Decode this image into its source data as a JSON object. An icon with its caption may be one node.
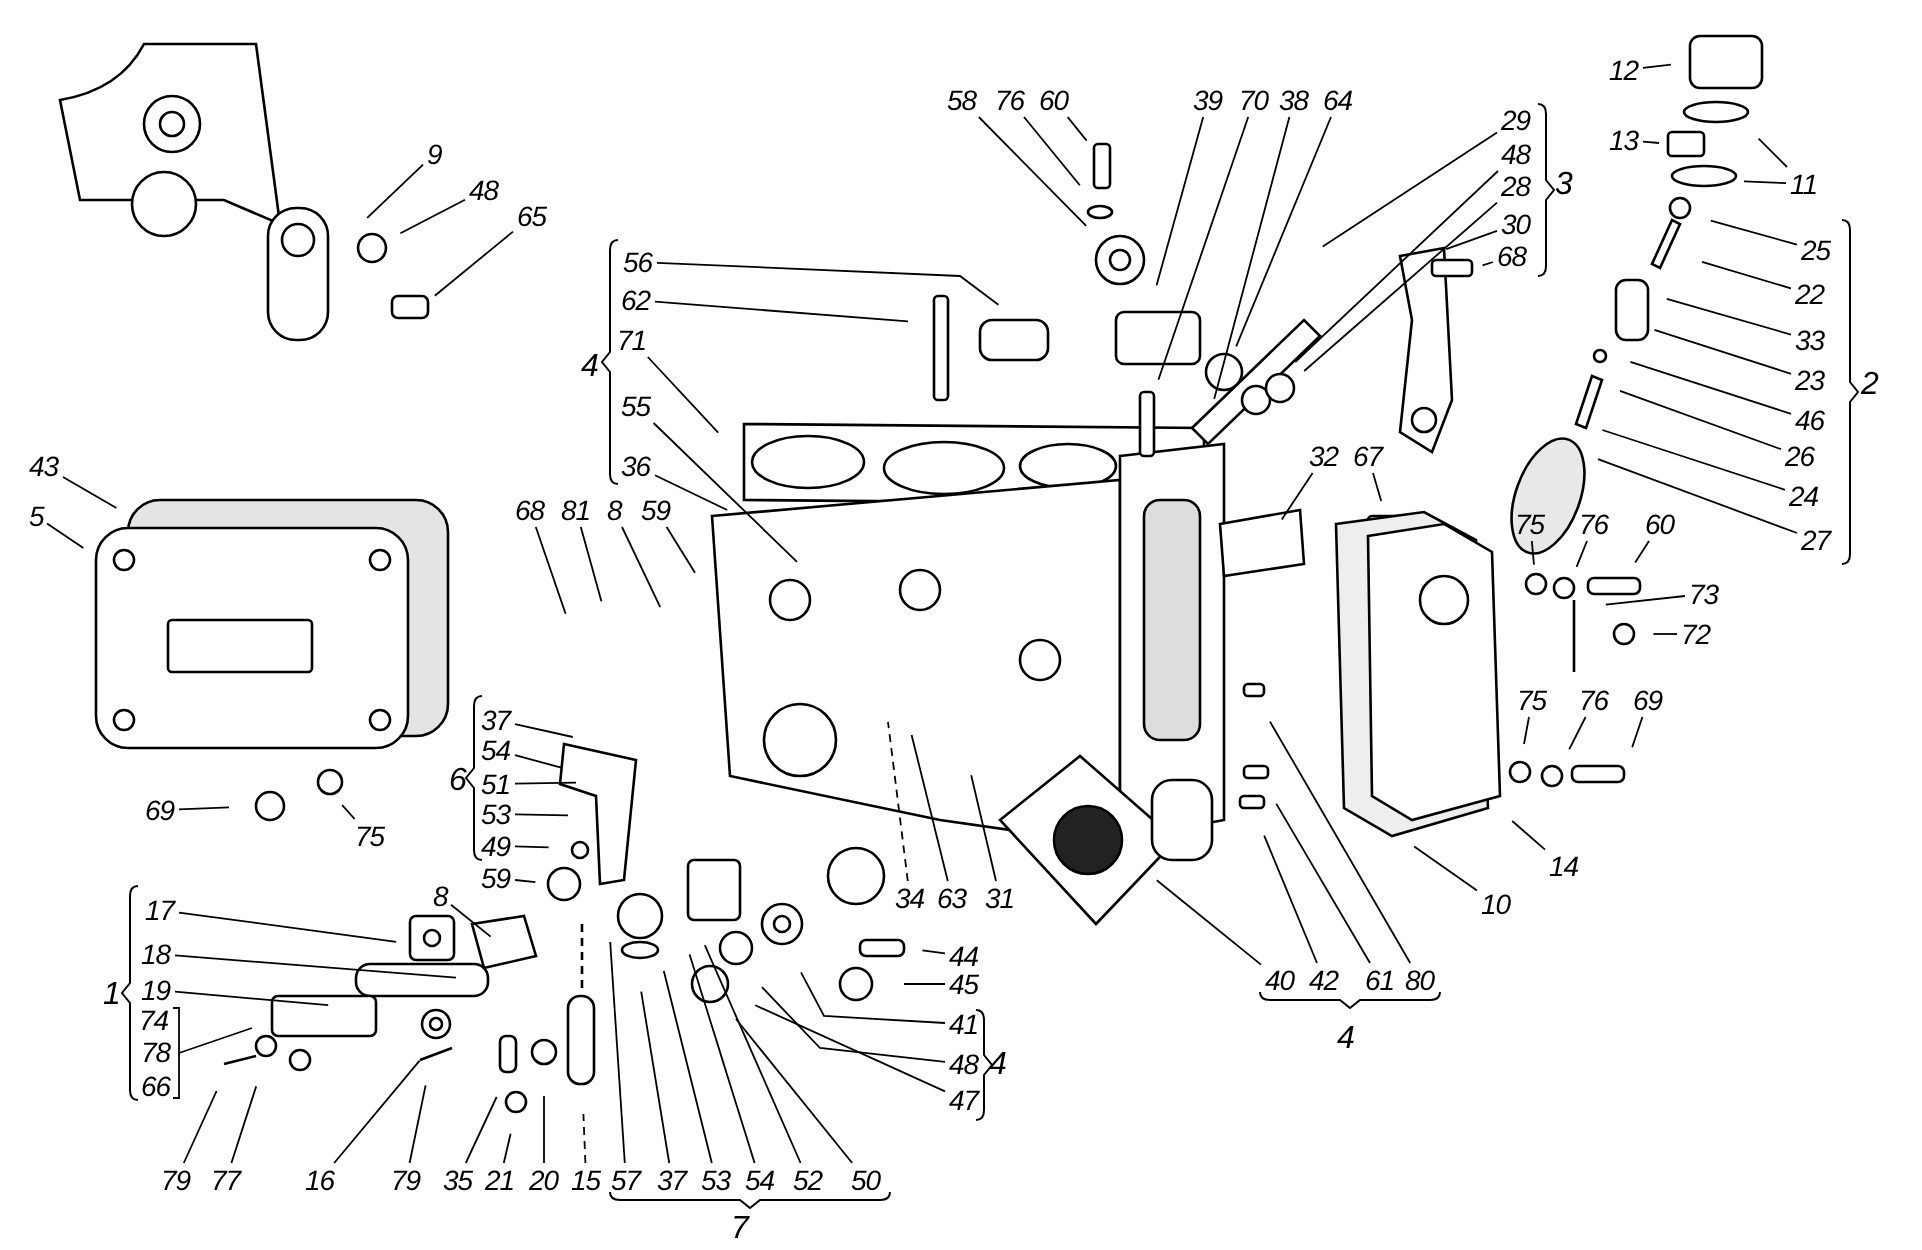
{
  "diagram": {
    "nodes": [
      {
        "text": [
          "9"
        ]
      },
      {
        "text": [
          "48"
        ]
      },
      {
        "text": [
          "65"
        ]
      },
      {
        "text": [
          "58"
        ]
      },
      {
        "text": [
          "76"
        ]
      },
      {
        "text": [
          "60"
        ]
      },
      {
        "text": [
          "39"
        ]
      },
      {
        "text": [
          "70"
        ]
      },
      {
        "text": [
          "38"
        ]
      },
      {
        "text": [
          "64"
        ]
      },
      {
        "text": [
          "12"
        ]
      },
      {
        "text": [
          "29"
        ]
      },
      {
        "text": [
          "13"
        ]
      },
      {
        "text": [
          "48"
        ]
      },
      {
        "text": [
          "11"
        ]
      },
      {
        "text": [
          "28"
        ]
      },
      {
        "text": [
          "30"
        ]
      },
      {
        "text": [
          "68"
        ]
      },
      {
        "text": [
          "25"
        ]
      },
      {
        "text": [
          "56"
        ]
      },
      {
        "text": [
          "22"
        ]
      },
      {
        "text": [
          "62"
        ]
      },
      {
        "text": [
          "71"
        ]
      },
      {
        "text": [
          "33"
        ]
      },
      {
        "text": [
          "23"
        ]
      },
      {
        "text": [
          "46"
        ]
      },
      {
        "text": [
          "55"
        ]
      },
      {
        "text": [
          "26"
        ]
      },
      {
        "text": [
          "36"
        ]
      },
      {
        "text": [
          "43"
        ]
      },
      {
        "text": [
          "24"
        ]
      },
      {
        "text": [
          "68"
        ]
      },
      {
        "text": [
          "81"
        ]
      },
      {
        "text": [
          "8"
        ]
      },
      {
        "text": [
          "59"
        ]
      },
      {
        "text": [
          "75"
        ]
      },
      {
        "text": [
          "76"
        ]
      },
      {
        "text": [
          "60"
        ]
      },
      {
        "text": [
          "5"
        ]
      },
      {
        "text": [
          "27"
        ]
      },
      {
        "text": [
          "32"
        ]
      },
      {
        "text": [
          "67"
        ]
      },
      {
        "text": [
          "73"
        ]
      },
      {
        "text": [
          "72"
        ]
      },
      {
        "text": [
          "75"
        ]
      },
      {
        "text": [
          "76"
        ]
      },
      {
        "text": [
          "69"
        ]
      },
      {
        "text": [
          "37"
        ]
      },
      {
        "text": [
          "54"
        ]
      },
      {
        "text": [
          "51"
        ]
      },
      {
        "text": [
          "53"
        ]
      },
      {
        "text": [
          "69"
        ]
      },
      {
        "text": [
          "75"
        ]
      },
      {
        "text": [
          "49"
        ]
      },
      {
        "text": [
          "14"
        ]
      },
      {
        "text": [
          "59"
        ]
      },
      {
        "text": [
          "8"
        ]
      },
      {
        "text": [
          "10"
        ]
      },
      {
        "text": [
          "17"
        ]
      },
      {
        "text": [
          "34"
        ]
      },
      {
        "text": [
          "63"
        ]
      },
      {
        "text": [
          "31"
        ]
      },
      {
        "text": [
          "44"
        ]
      },
      {
        "text": [
          "18"
        ]
      },
      {
        "text": [
          "45"
        ]
      },
      {
        "text": [
          "40"
        ]
      },
      {
        "text": [
          "42"
        ]
      },
      {
        "text": [
          "61"
        ]
      },
      {
        "text": [
          "80"
        ]
      },
      {
        "text": [
          "19"
        ]
      },
      {
        "text": [
          "74"
        ]
      },
      {
        "text": [
          "78"
        ]
      },
      {
        "text": [
          "66"
        ]
      },
      {
        "text": [
          "41"
        ]
      },
      {
        "text": [
          "48"
        ]
      },
      {
        "text": [
          "47"
        ]
      },
      {
        "text": [
          "79"
        ]
      },
      {
        "text": [
          "77"
        ]
      },
      {
        "text": [
          "16"
        ]
      },
      {
        "text": [
          "79"
        ]
      },
      {
        "text": [
          "35"
        ]
      },
      {
        "text": [
          "21"
        ]
      },
      {
        "text": [
          "20"
        ]
      },
      {
        "text": [
          "15"
        ]
      },
      {
        "text": [
          "57"
        ]
      },
      {
        "text": [
          "37"
        ]
      },
      {
        "text": [
          "53"
        ]
      },
      {
        "text": [
          "54"
        ]
      },
      {
        "text": [
          "52"
        ]
      },
      {
        "text": [
          "50"
        ]
      }
    ],
    "edges": [
      {
        "from": 0,
        "to": null,
        "arrow": "none"
      },
      {
        "from": 1,
        "to": null,
        "arrow": "none"
      },
      {
        "from": 2,
        "to": null,
        "arrow": "none"
      },
      {
        "from": 3,
        "to": null,
        "arrow": "none"
      },
      {
        "from": 4,
        "to": null,
        "arrow": "none"
      },
      {
        "from": 5,
        "to": null,
        "arrow": "none"
      },
      {
        "from": 6,
        "to": null,
        "arrow": "none"
      },
      {
        "from": 7,
        "to": null,
        "arrow": "none"
      },
      {
        "from": 8,
        "to": null,
        "arrow": "none"
      },
      {
        "from": 9,
        "to": null,
        "arrow": "none"
      },
      {
        "from": 10,
        "to": null,
        "arrow": "none"
      },
      {
        "from": 11,
        "to": null,
        "arrow": "none"
      },
      {
        "from": 12,
        "to": null,
        "arrow": "none"
      },
      {
        "from": 13,
        "to": null,
        "arrow": "none"
      },
      {
        "from": 14,
        "to": null,
        "arrow": "none"
      },
      {
        "from": 14,
        "to": null,
        "arrow": "none"
      },
      {
        "from": 15,
        "to": null,
        "arrow": "none"
      },
      {
        "from": 16,
        "to": null,
        "arrow": "none"
      },
      {
        "from": 17,
        "to": null,
        "arrow": "none"
      },
      {
        "from": 18,
        "to": null,
        "arrow": "none"
      },
      {
        "from": 19,
        "to": null,
        "arrow": "none"
      },
      {
        "from": 20,
        "to": null,
        "arrow": "none"
      },
      {
        "from": 21,
        "to": null,
        "arrow": "none"
      },
      {
        "from": 22,
        "to": null,
        "arrow": "none"
      },
      {
        "from": 23,
        "to": null,
        "arrow": "none"
      },
      {
        "from": 24,
        "to": null,
        "arrow": "none"
      },
      {
        "from": 25,
        "to": null,
        "arrow": "none"
      },
      {
        "from": 26,
        "to": null,
        "arrow": "none"
      },
      {
        "from": 27,
        "to": null,
        "arrow": "none"
      },
      {
        "from": 28,
        "to": null,
        "arrow": "none"
      },
      {
        "from": 29,
        "to": null,
        "arrow": "none"
      },
      {
        "from": 30,
        "to": null,
        "arrow": "none"
      },
      {
        "from": 31,
        "to": null,
        "arrow": "none"
      },
      {
        "from": 32,
        "to": null,
        "arrow": "none"
      },
      {
        "from": 33,
        "to": null,
        "arrow": "none"
      },
      {
        "from": 34,
        "to": null,
        "arrow": "none"
      },
      {
        "from": 35,
        "to": null,
        "arrow": "none"
      },
      {
        "from": 36,
        "to": null,
        "arrow": "none"
      },
      {
        "from": 37,
        "to": null,
        "arrow": "none"
      },
      {
        "from": 38,
        "to": null,
        "arrow": "none"
      },
      {
        "from": 39,
        "to": null,
        "arrow": "none"
      },
      {
        "from": 40,
        "to": null,
        "arrow": "none"
      },
      {
        "from": 41,
        "to": null,
        "arrow": "none"
      },
      {
        "from": 42,
        "to": null,
        "arrow": "none"
      },
      {
        "from": 43,
        "to": null,
        "arrow": "none"
      },
      {
        "from": 44,
        "to": null,
        "arrow": "none"
      },
      {
        "from": 45,
        "to": null,
        "arrow": "none"
      },
      {
        "from": 46,
        "to": null,
        "arrow": "none"
      },
      {
        "from": 47,
        "to": null,
        "arrow": "none"
      },
      {
        "from": 48,
        "to": null,
        "arrow": "none"
      },
      {
        "from": 49,
        "to": null,
        "arrow": "none"
      },
      {
        "from": 50,
        "to": null,
        "arrow": "none"
      },
      {
        "from": 51,
        "to": null,
        "arrow": "none"
      },
      {
        "from": 52,
        "to": null,
        "arrow": "none"
      },
      {
        "from": 53,
        "to": null,
        "arrow": "none"
      },
      {
        "from": 54,
        "to": null,
        "arrow": "none"
      },
      {
        "from": 55,
        "to": null,
        "arrow": "none"
      },
      {
        "from": 56,
        "to": null,
        "arrow": "none"
      },
      {
        "from": 57,
        "to": null,
        "arrow": "none"
      },
      {
        "from": 58,
        "to": null,
        "arrow": "none"
      },
      {
        "from": 59,
        "to": null,
        "arrow": "none",
        "style": "dashed"
      },
      {
        "from": 60,
        "to": null,
        "arrow": "none"
      },
      {
        "from": 61,
        "to": null,
        "arrow": "none"
      },
      {
        "from": 62,
        "to": null,
        "arrow": "none"
      },
      {
        "from": 63,
        "to": null,
        "arrow": "none"
      },
      {
        "from": 64,
        "to": null,
        "arrow": "none"
      },
      {
        "from": 65,
        "to": null,
        "arrow": "none"
      },
      {
        "from": 66,
        "to": null,
        "arrow": "none"
      },
      {
        "from": 67,
        "to": null,
        "arrow": "none"
      },
      {
        "from": 68,
        "to": null,
        "arrow": "none"
      },
      {
        "from": 69,
        "to": null,
        "arrow": "none"
      },
      {
        "from": 70,
        "to": null,
        "arrow": "none"
      },
      {
        "from": 71,
        "to": null,
        "arrow": "none"
      },
      {
        "from": 72,
        "to": null,
        "arrow": "none"
      },
      {
        "from": 73,
        "to": null,
        "arrow": "none"
      },
      {
        "from": 74,
        "to": null,
        "arrow": "none"
      },
      {
        "from": 75,
        "to": null,
        "arrow": "none"
      },
      {
        "from": 76,
        "to": null,
        "arrow": "none"
      },
      {
        "from": 77,
        "to": null,
        "arrow": "none"
      },
      {
        "from": 78,
        "to": null,
        "arrow": "none"
      },
      {
        "from": 79,
        "to": null,
        "arrow": "none"
      },
      {
        "from": 80,
        "to": null,
        "arrow": "none"
      },
      {
        "from": 81,
        "to": null,
        "arrow": "none"
      },
      {
        "from": 82,
        "to": null,
        "arrow": "none"
      },
      {
        "from": 83,
        "to": null,
        "arrow": "none",
        "style": "dashed"
      },
      {
        "from": 84,
        "to": null,
        "arrow": "none"
      },
      {
        "from": 85,
        "to": null,
        "arrow": "none"
      },
      {
        "from": 86,
        "to": null,
        "arrow": "none"
      },
      {
        "from": 87,
        "to": null,
        "arrow": "none"
      },
      {
        "from": 88,
        "to": null,
        "arrow": "none"
      },
      {
        "from": 89,
        "to": null,
        "arrow": "none"
      }
    ],
    "labels": [
      "3",
      "4",
      "2",
      "6",
      "1",
      "4",
      "4",
      "7"
    ]
  }
}
